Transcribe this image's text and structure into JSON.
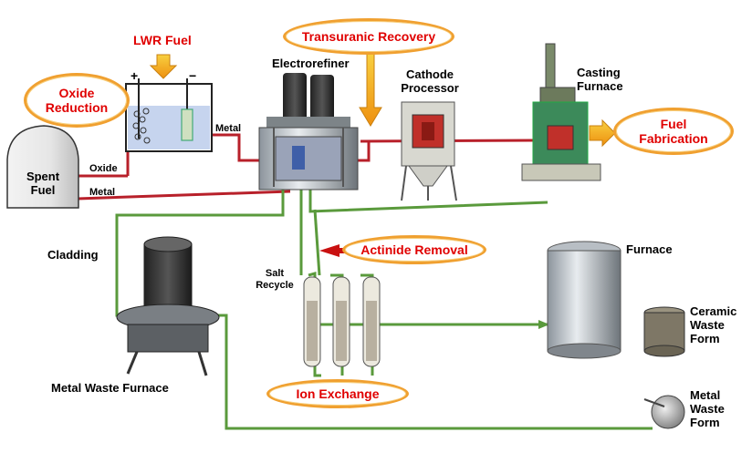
{
  "colors": {
    "pipe_red": "#b8202a",
    "pipe_green": "#5a9a3c",
    "oval_border": "#f0a030",
    "oval_text": "#e00000",
    "arrow_orange": "#f2a81c",
    "bath_blue": "#c6d4ee"
  },
  "labels": {
    "lwr_fuel": "LWR Fuel",
    "transuranic_recovery": "Transuranic Recovery",
    "oxide_reduction": [
      "Oxide",
      "Reduction"
    ],
    "electrorefiner": "Electrorefiner",
    "cathode_processor": [
      "Cathode",
      "Processor"
    ],
    "casting_furnace": [
      "Casting",
      "Furnace"
    ],
    "fuel_fabrication": [
      "Fuel",
      "Fabrication"
    ],
    "spent_fuel": [
      "Spent",
      "Fuel"
    ],
    "oxide": "Oxide",
    "metal_bottom": "Metal",
    "metal_top": "Metal",
    "plus": "+",
    "minus": "−",
    "cladding": "Cladding",
    "actinide_removal": "Actinide Removal",
    "salt_recycle": [
      "Salt",
      "Recycle"
    ],
    "furnace": "Furnace",
    "ceramic_waste_form": [
      "Ceramic",
      "Waste",
      "Form"
    ],
    "metal_waste_furnace": "Metal Waste Furnace",
    "ion_exchange": "Ion Exchange",
    "metal_waste_form": [
      "Metal",
      "Waste",
      "Form"
    ]
  },
  "icons": [
    "spent-fuel-cask-icon",
    "oxide-reduction-bath-icon",
    "electrorefiner-icon",
    "cathode-processor-icon",
    "casting-furnace-icon",
    "metal-waste-furnace-icon",
    "ion-exchange-columns-icon",
    "ceramic-furnace-icon",
    "ceramic-waste-form-icon",
    "metal-waste-form-icon"
  ]
}
